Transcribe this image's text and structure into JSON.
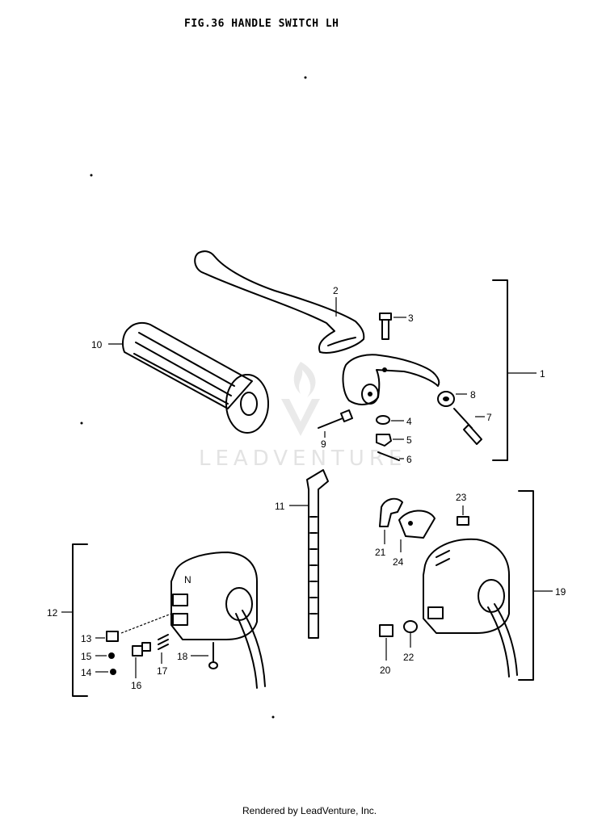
{
  "title": "FIG.36  HANDLE SWITCH LH",
  "watermark": "LEADVENTURE",
  "footer": "Rendered by LeadVenture, Inc.",
  "callouts": {
    "p1": "1",
    "p2": "2",
    "p3": "3",
    "p4": "4",
    "p5": "5",
    "p6": "6",
    "p7": "7",
    "p8": "8",
    "p9": "9",
    "p10": "10",
    "p11": "11",
    "p12": "12",
    "p13": "13",
    "p14": "14",
    "p15": "15",
    "p16": "16",
    "p17": "17",
    "p18": "18",
    "p19": "19",
    "p20": "20",
    "p21": "21",
    "p22": "22",
    "p23": "23",
    "p24": "24"
  }
}
